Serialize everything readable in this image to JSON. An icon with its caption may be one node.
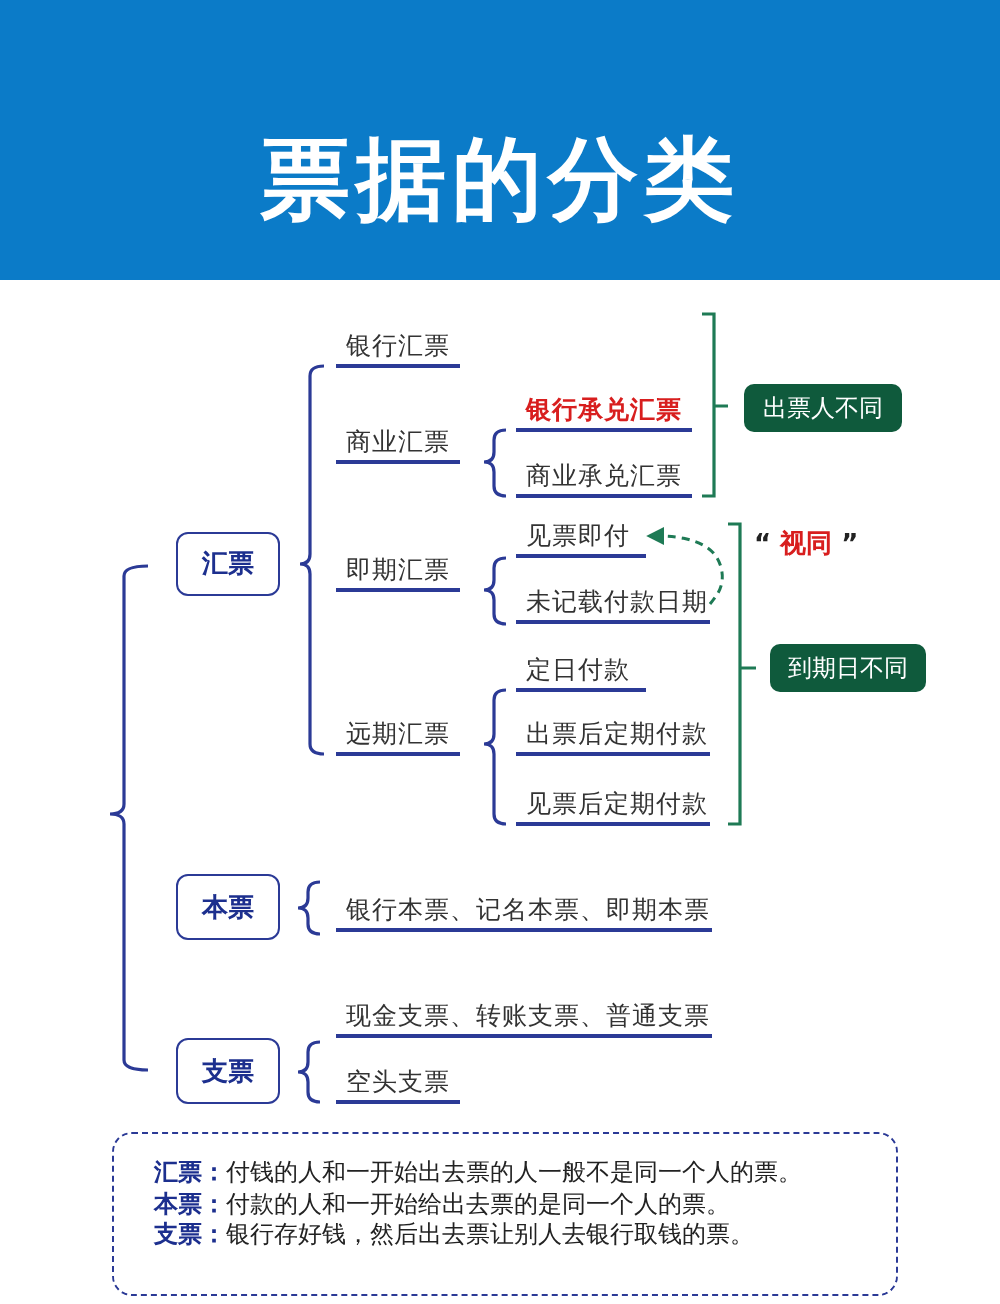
{
  "diagram": {
    "title": "票据的分类",
    "nodes": [
      {
        "text": [
          "出票人不同"
        ]
      },
      {
        "text": [
          "见票即付"
        ]
      },
      {
        "text": [
          "汇票"
        ]
      },
      {
        "text": [
          "未记载付款日期"
        ]
      },
      {
        "text": [
          "到期日不同"
        ]
      },
      {
        "text": [
          "本票"
        ]
      },
      {
        "text": [
          "支票"
        ]
      },
      {
        "text": [
          "**汇票：**付钱的人和一开始出去票的人一般不是同一个人的票。",
          "**本票：**付款的人和一开始给出去票的是同一个人的票。",
          "**支票：**银行存好钱，然后出去票让别人去银行取钱的票。"
        ]
      }
    ],
    "edges": [
      {
        "from": 3,
        "to": 1,
        "arrow": "to",
        "label": "“ 视同 ”",
        "style": "dashed",
        "color": "#1e7a55"
      }
    ],
    "labels": [
      "银行汇票",
      "商业汇票",
      "银行承兑汇票",
      "商业承兑汇票",
      "即期汇票",
      "定日付款",
      "远期汇票",
      "出票后定期付款",
      "见票后定期付款",
      "银行本票、记名本票、即期本票",
      "现金支票、转账支票、普通支票",
      "空头支票"
    ]
  }
}
